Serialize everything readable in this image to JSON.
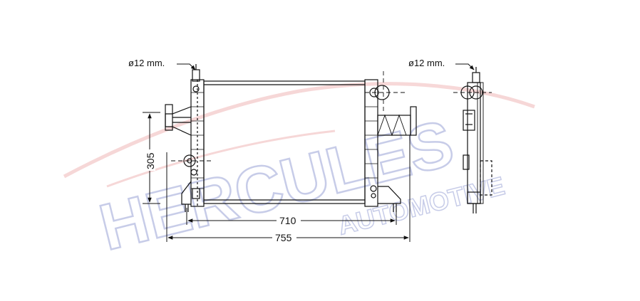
{
  "watermark": {
    "brand": "HERCULES",
    "tagline": "AUTOMOTIVE",
    "brand_color": "#9aa3d6",
    "swoosh_color": "#f0b8b8"
  },
  "labels": {
    "inlet_diameter_front": "ø12 mm.",
    "inlet_diameter_side": "ø12 mm."
  },
  "dimensions": {
    "height": "305",
    "core_width": "710",
    "overall_width": "755"
  }
}
